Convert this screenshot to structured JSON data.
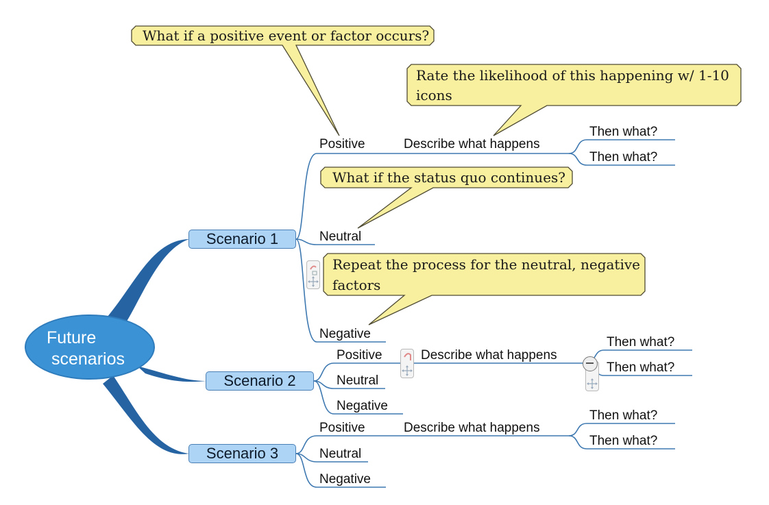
{
  "root": {
    "line1": "Future",
    "line2": "scenarios"
  },
  "scenarios": [
    {
      "label": "Scenario 1",
      "branches": [
        "Positive",
        "Neutral",
        "Negative"
      ],
      "detail": "Describe what happens",
      "followups": [
        "Then what?",
        "Then what?"
      ]
    },
    {
      "label": "Scenario 2",
      "branches": [
        "Positive",
        "Neutral",
        "Negative"
      ],
      "detail": "Describe what happens",
      "followups": [
        "Then what?",
        "Then what?"
      ]
    },
    {
      "label": "Scenario 3",
      "branches": [
        "Positive",
        "Neutral",
        "Negative"
      ],
      "detail": "Describe what happens",
      "followups": [
        "Then what?",
        "Then what?"
      ]
    }
  ],
  "callouts": {
    "positive": "What if a positive event or factor occurs?",
    "likelihood_line1": "Rate the likelihood of this happening w/ 1-10",
    "likelihood_line2": "icons",
    "neutral": "What if the status quo continues?",
    "repeat_line1": "Repeat the process for the neutral, negative",
    "repeat_line2": "factors"
  },
  "colors": {
    "trunk": "#2563a3",
    "branch_line": "#3d78b0",
    "topic_fill": "#aed4f5",
    "root_fill": "#3b93d6",
    "callout_fill": "#f8ef9f",
    "callout_border": "#4e4a33"
  },
  "icons": [
    "drag-handle-icon",
    "collapse-minus-icon"
  ]
}
